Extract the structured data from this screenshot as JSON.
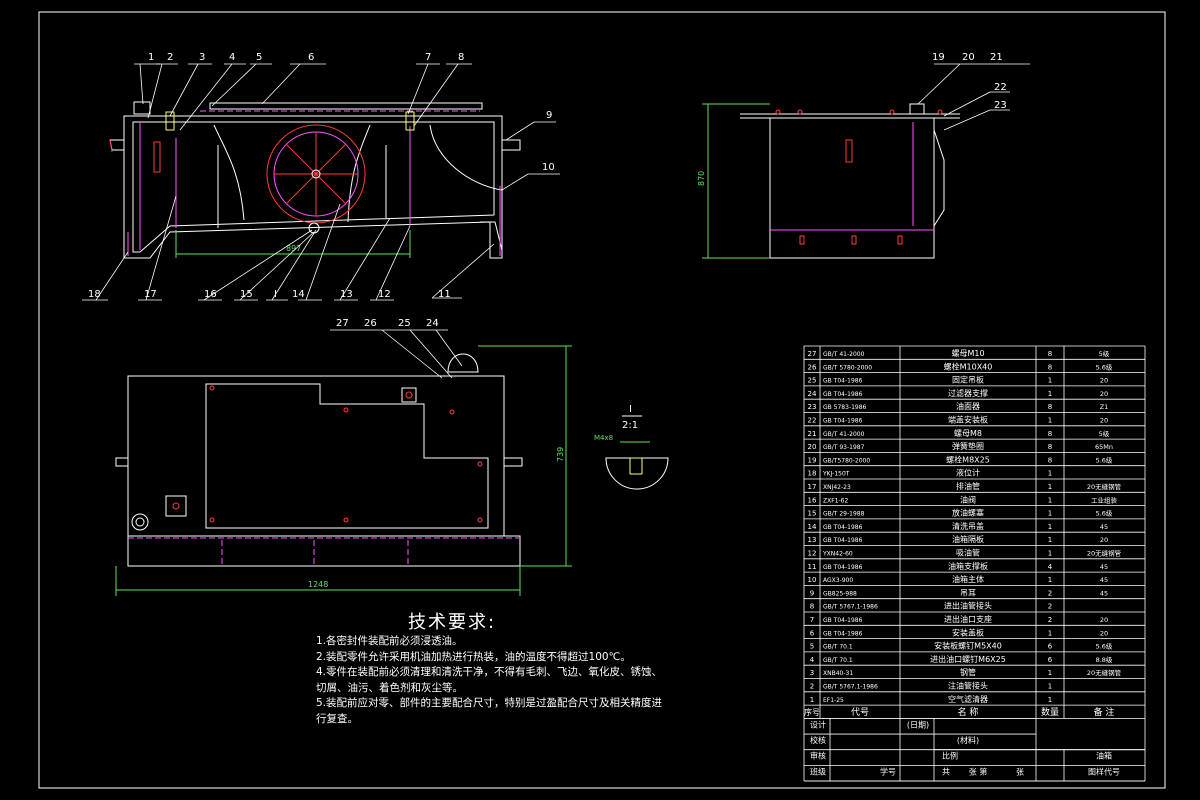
{
  "callouts_top": [
    "1",
    "2",
    "3",
    "4",
    "5",
    "6",
    "7",
    "8",
    "9",
    "10",
    "11",
    "12",
    "13",
    "14",
    "15",
    "16",
    "17",
    "18"
  ],
  "callout_labels": {
    "n1": "1",
    "n2": "2",
    "n3": "3",
    "n4": "4",
    "n5": "5",
    "n6": "6",
    "n7": "7",
    "n8": "8",
    "n9": "9",
    "n10": "10",
    "n11": "11",
    "n12": "12",
    "n13": "13",
    "n14": "14",
    "n15": "15",
    "n16": "16",
    "n17": "17",
    "n18": "18",
    "n19": "19",
    "n20": "20",
    "n21": "21",
    "n22": "22",
    "n23": "23",
    "n24": "24",
    "n25": "25",
    "n26": "26",
    "n27": "27",
    "sectionI": "I"
  },
  "dims": {
    "front_width": "897",
    "side_height": "870",
    "plan_height": "739",
    "plan_width": "1248",
    "detail_dim": "M4x8",
    "detail_scale_label": "I",
    "detail_scale": "2:1"
  },
  "notes": {
    "title": "技术要求:",
    "lines": [
      "1.各密封件装配前必须浸透油。",
      "2.装配零件允许采用机油加热进行热装，油的温度不得超过100℃。",
      "4.零件在装配前必须清理和清洗干净，不得有毛刺、飞边、氧化皮、锈蚀、",
      "切屑、油污、着色剂和灰尘等。",
      "5.装配前应对零、部件的主要配合尺寸，特别是过盈配合尺寸及相关精度进",
      "行复查。"
    ]
  },
  "bom": {
    "rows": [
      {
        "no": "27",
        "code": "GB/T 41-2000",
        "name": "螺母M10",
        "qty": "8",
        "note": "5级"
      },
      {
        "no": "26",
        "code": "GB/T 5780-2000",
        "name": "螺栓M10X40",
        "qty": "8",
        "note": "5.6级"
      },
      {
        "no": "25",
        "code": "GB T04-1986",
        "name": "固定吊板",
        "qty": "1",
        "note": "20"
      },
      {
        "no": "24",
        "code": "GB T04-1986",
        "name": "过滤器支撑",
        "qty": "1",
        "note": "20"
      },
      {
        "no": "23",
        "code": "GB 5783-1986",
        "name": "油面器",
        "qty": "8",
        "note": "Z1"
      },
      {
        "no": "22",
        "code": "GB T04-1986",
        "name": "端盖安装板",
        "qty": "1",
        "note": "20"
      },
      {
        "no": "21",
        "code": "GB/T 41-2000",
        "name": "螺母M8",
        "qty": "8",
        "note": "5级"
      },
      {
        "no": "20",
        "code": "GB/T 93-1987",
        "name": "弹簧垫圈",
        "qty": "8",
        "note": "65Mn"
      },
      {
        "no": "19",
        "code": "GB/T5780-2000",
        "name": "螺栓M8X25",
        "qty": "8",
        "note": "5.6级"
      },
      {
        "no": "18",
        "code": "YKJ-150T",
        "name": "液位计",
        "qty": "1",
        "note": ""
      },
      {
        "no": "17",
        "code": "XNJ42-23",
        "name": "排油管",
        "qty": "1",
        "note": "20无缝钢管"
      },
      {
        "no": "16",
        "code": "ZXF1-62",
        "name": "油阀",
        "qty": "1",
        "note": "工业组装"
      },
      {
        "no": "15",
        "code": "GB/T 29-1988",
        "name": "放油螺塞",
        "qty": "1",
        "note": "5.6级"
      },
      {
        "no": "14",
        "code": "GB T04-1986",
        "name": "清洗吊盖",
        "qty": "1",
        "note": "45"
      },
      {
        "no": "13",
        "code": "GB T04-1986",
        "name": "油箱隔板",
        "qty": "1",
        "note": "20"
      },
      {
        "no": "12",
        "code": "YXN42-60",
        "name": "吸油管",
        "qty": "1",
        "note": "20无缝钢管"
      },
      {
        "no": "11",
        "code": "GB T04-1986",
        "name": "油箱支撑板",
        "qty": "4",
        "note": "45"
      },
      {
        "no": "10",
        "code": "AGX3-900",
        "name": "油箱主体",
        "qty": "1",
        "note": "45"
      },
      {
        "no": "9",
        "code": "GB825-988",
        "name": "吊耳",
        "qty": "2",
        "note": "45"
      },
      {
        "no": "8",
        "code": "GB/T 5767.1-1986",
        "name": "进出油管接头",
        "qty": "2",
        "note": ""
      },
      {
        "no": "7",
        "code": "GB T04-1986",
        "name": "进出油口支座",
        "qty": "2",
        "note": "20"
      },
      {
        "no": "6",
        "code": "GB T04-1986",
        "name": "安装盖板",
        "qty": "1",
        "note": "20"
      },
      {
        "no": "5",
        "code": "GB/T 70.1",
        "name": "安装板螺钉M5X40",
        "qty": "6",
        "note": "5.6级"
      },
      {
        "no": "4",
        "code": "GB/T 70.1",
        "name": "进出油口螺钉M6X25",
        "qty": "6",
        "note": "8.8级"
      },
      {
        "no": "3",
        "code": "XNB40-31",
        "name": "钢管",
        "qty": "1",
        "note": "20无缝钢管"
      },
      {
        "no": "2",
        "code": "GB/T 5767.1-1986",
        "name": "注油管接头",
        "qty": "1",
        "note": ""
      },
      {
        "no": "1",
        "code": "EF1-25",
        "name": "空气滤清器",
        "qty": "1",
        "note": ""
      }
    ],
    "header": {
      "no": "序号",
      "code": "代号",
      "name": "名  称",
      "qty": "数量",
      "note": "备  注"
    },
    "title_block": {
      "design": "设计",
      "check": "校核",
      "review": "审核",
      "class": "班级",
      "student_no": "学号",
      "date": "(日期)",
      "material": "(材料)",
      "scale": "比例",
      "total": "共",
      "sheets": "张 第",
      "sheet": "张",
      "part_name": "油箱",
      "drawing_no": "图样代号"
    }
  },
  "colors": {
    "background": "#000000",
    "outline": "#ffffff",
    "red": "#ff3b3b",
    "magenta": "#ff55ff",
    "yellow": "#ffff66",
    "green": "#5fe05f",
    "cyan": "#40e0e0"
  }
}
